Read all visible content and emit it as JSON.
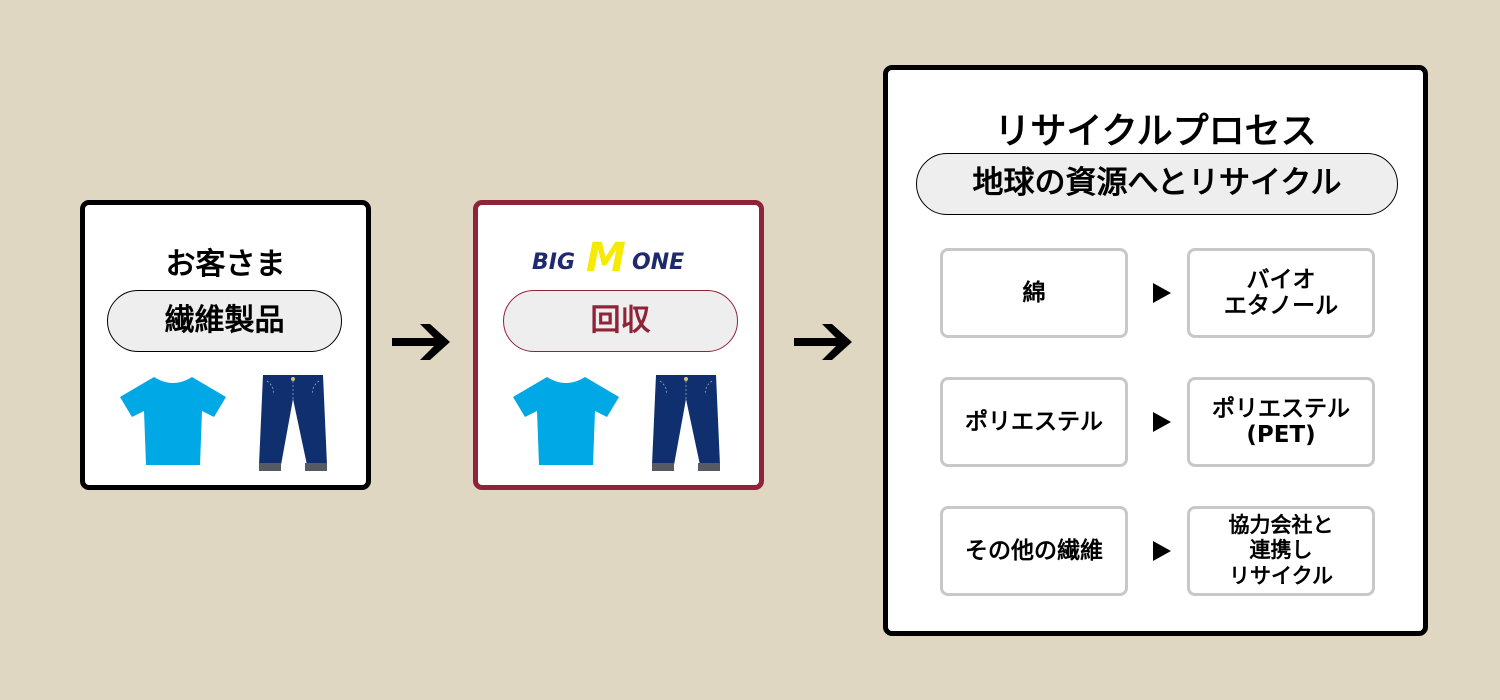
{
  "background_color": "#dfd7c2",
  "customer_panel": {
    "title": "お客さま",
    "pill_label": "繊維製品",
    "icons": [
      "t-shirt-icon",
      "jeans-icon"
    ]
  },
  "collection_panel": {
    "logo": {
      "text_left": "BIG",
      "text_m": "M",
      "text_right": "ONE",
      "navy": "#1f2a6e",
      "yellow": "#f5ea00"
    },
    "pill_label": "回収",
    "accent_color": "#8f2439",
    "icons": [
      "t-shirt-icon",
      "jeans-icon"
    ]
  },
  "flow_arrows": [
    "arrow-right-icon",
    "arrow-right-icon"
  ],
  "process_panel": {
    "title": "リサイクルプロセス",
    "pill_label": "地球の資源へとリサイクル",
    "rows": [
      {
        "input": "綿",
        "output": "バイオ\nエタノール"
      },
      {
        "input": "ポリエステル",
        "output": "ポリエステル\n(PET)"
      },
      {
        "input": "その他の繊維",
        "output": "協力会社と\n連携し\nリサイクル"
      }
    ]
  },
  "colors": {
    "shirt": "#00a9e6",
    "jeans": "#0f2f6e",
    "jeans_cuff": "#555a63",
    "box_border": "#c8c8c8",
    "pill_fill": "#eeeeee"
  }
}
